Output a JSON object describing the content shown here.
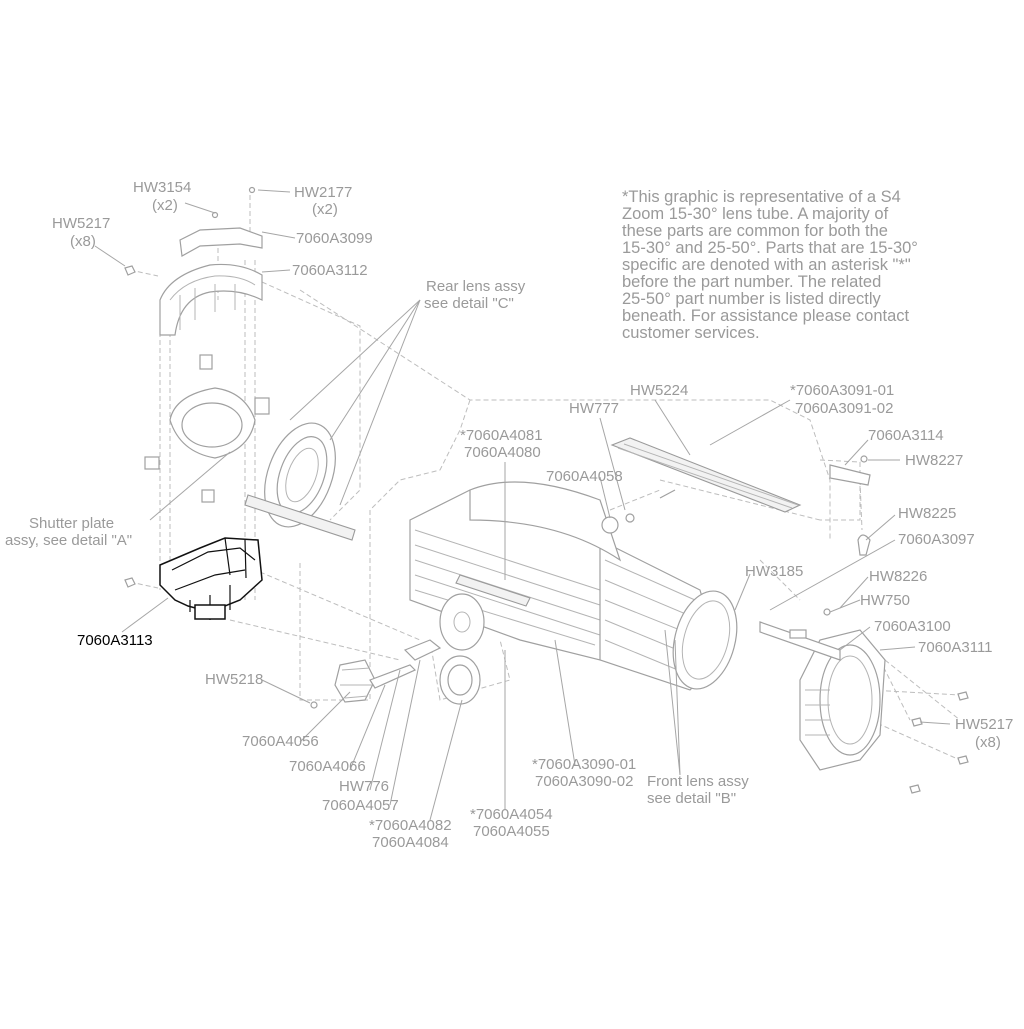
{
  "note": {
    "lines": [
      "*This graphic is representative of a S4",
      "Zoom 15-30° lens tube. A majority of",
      "these parts are common for both the",
      "15-30° and 25-50°. Parts that are 15-30°",
      "specific are denoted with an asterisk \"*\"",
      "before the part number. The related",
      "25-50° part number is listed directly",
      "beneath.  For assistance please contact",
      "customer services."
    ]
  },
  "callouts": {
    "hw3154": [
      "HW3154",
      "(x2)"
    ],
    "hw2177": [
      "HW2177",
      "(x2)"
    ],
    "hw5217_left": [
      "HW5217",
      "(x8)"
    ],
    "p7060a3099": [
      "7060A3099"
    ],
    "p7060a3112": [
      "7060A3112"
    ],
    "rear_lens": [
      "Rear lens assy",
      "see detail \"C\""
    ],
    "shutter_plate": [
      "Shutter plate",
      "assy, see detail \"A\""
    ],
    "p7060a3113": [
      "7060A3113"
    ],
    "hw5224": [
      "HW5224"
    ],
    "hw777": [
      "HW777"
    ],
    "p7060a3091": [
      "*7060A3091-01",
      "7060A3091-02"
    ],
    "p7060a4081": [
      "*7060A4081",
      "7060A4080"
    ],
    "p7060a3114": [
      "7060A3114"
    ],
    "hw8227": [
      "HW8227"
    ],
    "p7060a4058": [
      "7060A4058"
    ],
    "hw8225": [
      "HW8225"
    ],
    "p7060a3097": [
      "7060A3097"
    ],
    "hw3185": [
      "HW3185"
    ],
    "hw8226": [
      "HW8226"
    ],
    "hw750": [
      "HW750"
    ],
    "p7060a3100": [
      "7060A3100"
    ],
    "p7060a3111": [
      "7060A3111"
    ],
    "hw5218": [
      "HW5218"
    ],
    "hw5217_right": [
      "HW5217",
      "(x8)"
    ],
    "p7060a4056": [
      "7060A4056"
    ],
    "p7060a4066": [
      "7060A4066"
    ],
    "hw776": [
      "HW776"
    ],
    "p7060a4057": [
      "7060A4057"
    ],
    "p7060a4082": [
      "*7060A4082",
      "7060A4084"
    ],
    "p7060a4054": [
      "*7060A4054",
      "7060A4055"
    ],
    "p7060a3090": [
      "*7060A3090-01",
      "7060A3090-02"
    ],
    "front_lens": [
      "Front lens assy",
      "see detail \"B\""
    ]
  }
}
